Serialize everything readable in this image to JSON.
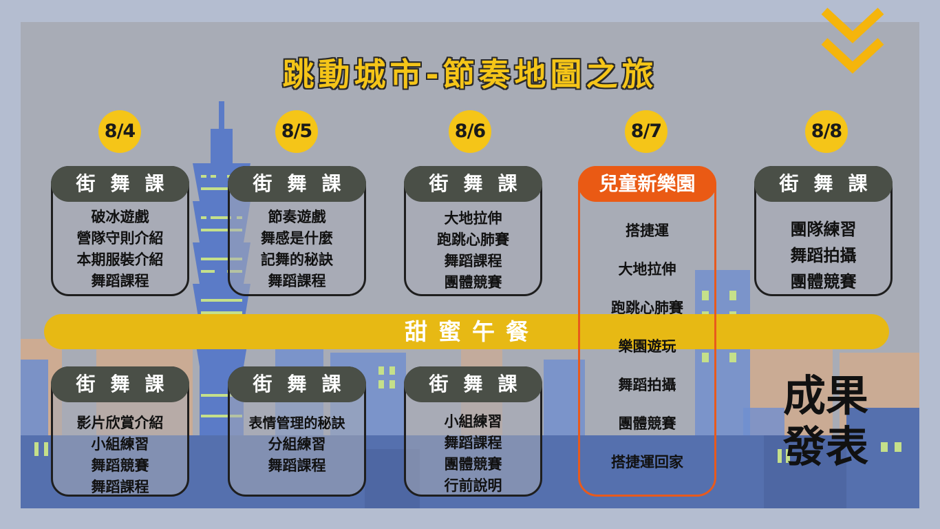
{
  "title": "跳動城市-節奏地圖之旅",
  "icons": {
    "scroll_down": "double-chevron-down-icon"
  },
  "colors": {
    "accent": "#f5c518",
    "kids_accent": "#ea5a14",
    "card_head": "#4a4f47"
  },
  "days": [
    {
      "date": "8/4"
    },
    {
      "date": "8/5"
    },
    {
      "date": "8/6"
    },
    {
      "date": "8/7"
    },
    {
      "date": "8/8"
    }
  ],
  "morning": [
    {
      "header": "街舞課",
      "items": [
        "破冰遊戲",
        "營隊守則介紹",
        "本期服裝介紹",
        "舞蹈課程"
      ]
    },
    {
      "header": "街舞課",
      "items": [
        "節奏遊戲",
        "舞感是什麼",
        "記舞的秘訣",
        "舞蹈課程"
      ]
    },
    {
      "header": "街舞課",
      "items": [
        "大地拉伸",
        "跑跳心肺賽",
        "舞蹈課程",
        "團體競賽"
      ]
    },
    {
      "header": "街舞課",
      "items": [
        "團隊練習",
        "舞蹈拍攝",
        "團體競賽"
      ]
    }
  ],
  "lunch": "甜蜜午餐",
  "afternoon": [
    {
      "header": "街舞課",
      "items": [
        "影片欣賞介紹",
        "小組練習",
        "舞蹈競賽",
        "舞蹈課程"
      ]
    },
    {
      "header": "街舞課",
      "items": [
        "表情管理的秘訣",
        "分組練習",
        "舞蹈課程"
      ]
    },
    {
      "header": "街舞課",
      "items": [
        "小組練習",
        "舞蹈課程",
        "團體競賽",
        "行前說明"
      ]
    }
  ],
  "kids_park": {
    "header": "兒童新樂園",
    "items": [
      "搭捷運",
      "大地拉伸",
      "跑跳心肺賽",
      "樂園遊玩",
      "舞蹈拍攝",
      "團體競賽",
      "搭捷運回家"
    ]
  },
  "result": {
    "line1": "成果",
    "line2": "發表"
  }
}
